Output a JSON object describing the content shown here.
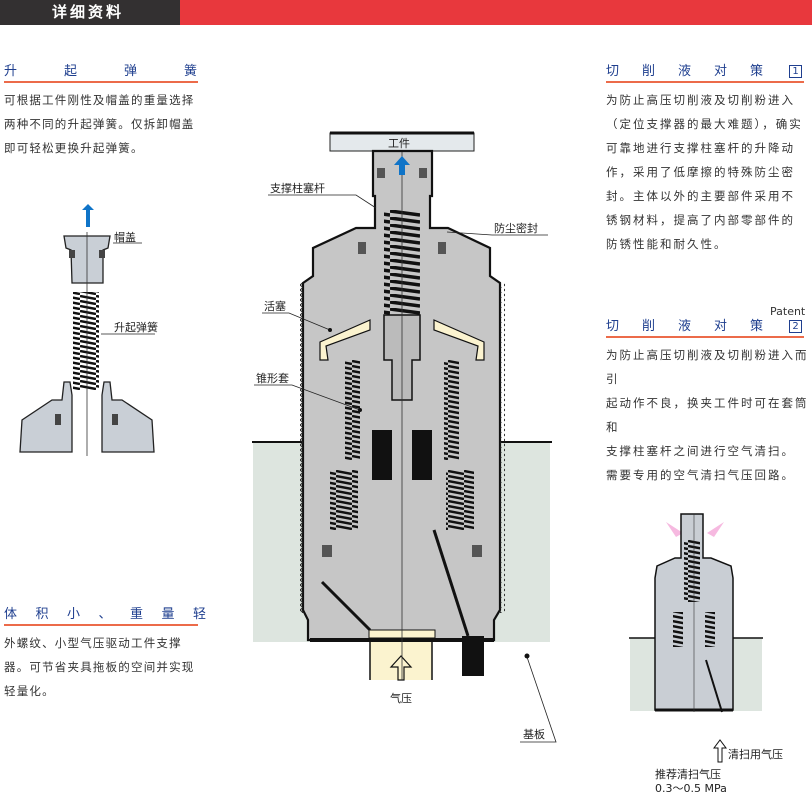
{
  "header": {
    "title": "详细资料"
  },
  "sections": {
    "lift_spring": {
      "title": "升起弹簧",
      "body": "可根据工件刚性及帽盖的重量选择两种不同的升起弹簧。仅拆卸帽盖即可轻松更换升起弹簧。"
    },
    "compact": {
      "title": "体积小、重量轻",
      "body": "外螺纹、小型气压驱动工件支撑器。可节省夹具拖板的空间并实现轻量化。"
    },
    "coolant1": {
      "title": "切削液对策",
      "badge": "1",
      "body": "为防止高压切削液及切削粉进入（定位支撑器的最大难题），确实可靠地进行支撑柱塞杆的升降动作，采用了低摩擦的特殊防尘密封。主体以外的主要部件采用不锈钢材料，提高了内部零部件的防锈性能和耐久性。"
    },
    "coolant2": {
      "patent": "Patent",
      "title": "切削液对策",
      "badge": "2",
      "body_lines": [
        "为防止高压切削液及切削粉进入而引",
        "起动作不良，换夹工件时可在套筒和",
        "支撑柱塞杆之间进行空气清扫。",
        "需要专用的空气清扫气压回路。"
      ]
    }
  },
  "diagram_left": {
    "cap": "帽盖",
    "spring": "升起弹簧"
  },
  "diagram_main": {
    "workpiece": "工件",
    "plunger": "支撑柱塞杆",
    "dust_seal": "防尘密封",
    "piston": "活塞",
    "taper_sleeve": "锥形套",
    "air": "气压",
    "base": "基板"
  },
  "diagram_right": {
    "purge_air": "清扫用气压",
    "recommended": "推荐清扫气压",
    "pressure": "0.3～0.5 MPa"
  },
  "colors": {
    "accent": "#e8383d",
    "heading": "#1f3f8f",
    "underline": "#ec6b4a",
    "arrow": "#0f74c8",
    "base": "#dde5df",
    "body": "#c6c6c6",
    "air": "#fbf3cf"
  }
}
